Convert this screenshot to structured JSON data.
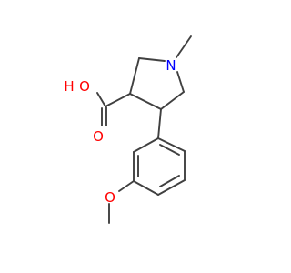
{
  "molecule": {
    "atoms": {
      "oh_label": "O",
      "oh_hydrogen": "H",
      "carbonyl_o": "O",
      "ring_n": "N",
      "ether_o": "O"
    },
    "colors": {
      "bond": "#404040",
      "oxygen": "#ff0000",
      "nitrogen": "#0000ff"
    }
  }
}
